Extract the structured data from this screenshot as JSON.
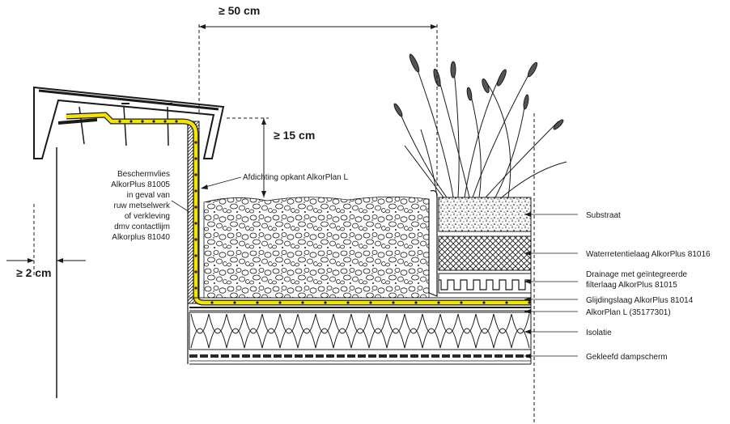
{
  "dimensions": {
    "width_min": "≥ 50 cm",
    "height_min": "≥ 15 cm",
    "offset_min": "≥ 2 cm"
  },
  "left_note": {
    "lines": [
      "Beschermvlies",
      "AlkorPlus 81005",
      "in geval van",
      "ruw metselwerk",
      "of verkleving",
      "dmv contactlijm",
      "Alkorplus 81040"
    ]
  },
  "upstand_label": "Afdichting opkant AlkorPlan L",
  "layers": [
    {
      "label": "Substraat"
    },
    {
      "label": "Waterretentielaag AlkorPlus 81016"
    },
    {
      "label": "Drainage met geïntegreerde",
      "label2": "filterlaag AlkorPlus 81015"
    },
    {
      "label": "Glijdingslaag AlkorPlus 81014"
    },
    {
      "label": "AlkorPlan L (35177301)"
    },
    {
      "label": "Isolatie"
    },
    {
      "label": "Gekleefd dampscherm"
    }
  ],
  "colors": {
    "membrane": "#f5e400",
    "line": "#1a1a1a",
    "vapour_barrier": "#2a2a2a"
  },
  "icons": [
    "grass-plant-icon",
    "gravel-texture",
    "insulation-pattern",
    "crosshatch-pattern"
  ]
}
